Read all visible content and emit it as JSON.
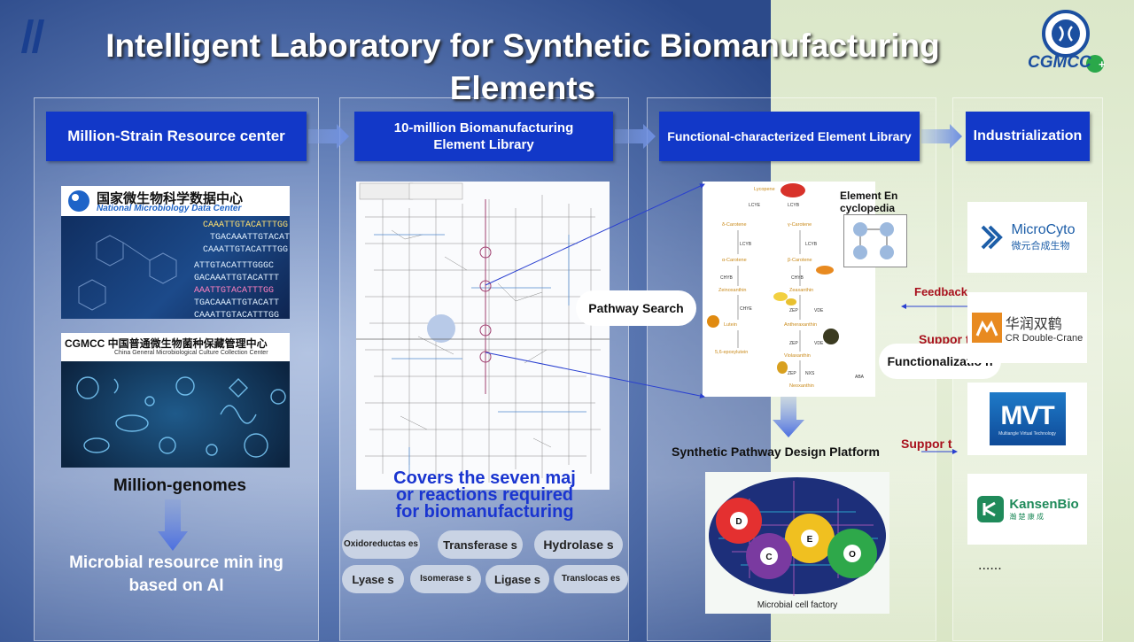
{
  "title": "Intelligent Laboratory for Synthetic Biomanufacturing Elements",
  "logo": {
    "text": "CGMCC"
  },
  "columns": {
    "c1": {
      "header": "Million-Strain Resource center",
      "ndc_cn": "国家微生物科学数据中心",
      "ndc_en": "National Microbiology Data Center",
      "cgmcc_cn": "CGMCC 中国普通微生物菌种保藏管理中心",
      "cgmcc_en": "China General Microbiological Culture Collection Center",
      "genomes": "Million-genomes",
      "mining": "Microbial resource min ing based on AI"
    },
    "c2": {
      "header": "10-million Biomanufacturing Element Library",
      "covers": "Covers the seven maj or reactions required for biomanufacturing",
      "enzymes": [
        "Oxidoreductas es",
        "Transferase s",
        "Hydrolase s",
        "Lyase s",
        "Isomerase s",
        "Ligase s",
        "Translocas es"
      ]
    },
    "c3": {
      "header": "Functional-characterized Element Library",
      "pathway_search": "Pathway Search",
      "encyclopedia": "Element En cyclopedia",
      "platform": "Synthetic Pathway Design Platform",
      "factory": "Microbial cell factory",
      "gears": [
        "D",
        "E",
        "C",
        "O"
      ],
      "pathway": {
        "compounds": [
          "Lycopene",
          "δ-Carotene",
          "γ-Carotene",
          "α-Carotene",
          "β-Carotene",
          "Zeinoxanthin",
          "Zeaxanthin",
          "Lutein",
          "Antheraxanthin",
          "5,6-epoxylutein",
          "Violaxanthin",
          "Neoxanthin",
          "ABA"
        ],
        "enzymes": [
          "LCYE",
          "LCYB",
          "LCYB",
          "LCYB",
          "CHYB",
          "CHYB",
          "CHYE",
          "ZEP",
          "VDE",
          "ZEP",
          "VDE",
          "ZEP",
          "NXS"
        ]
      }
    },
    "c4": {
      "header": "Industrialization",
      "companies": [
        {
          "name": "MicroCyto",
          "sub": "微元合成生物"
        },
        {
          "name": "华润双鹤",
          "sub": "CR Double-Crane"
        },
        {
          "name": "MVT",
          "sub": "Multiangle Virtual Technology"
        },
        {
          "name": "KansenBio",
          "sub": "瀚 楚 康 成"
        }
      ],
      "more": "......"
    }
  },
  "labels": {
    "feedback": "Feedback",
    "support1": "Suppor t",
    "support2": "Suppor t",
    "functionalization": "Functionalizatio n"
  },
  "colors": {
    "header": "#1238c8",
    "feedback": "#a8101c",
    "covers": "#1a35d0"
  }
}
